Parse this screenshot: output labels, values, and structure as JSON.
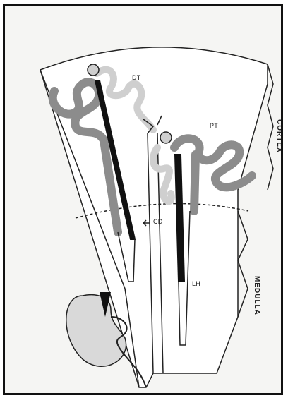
{
  "figure": {
    "labels": {
      "dt": "DT",
      "pt": "PT",
      "cd": "CD",
      "lh": "LH",
      "cortex": "CORTEX",
      "medulla": "MEDULLA"
    },
    "colors": {
      "paper": "#f5f5f3",
      "frame": "#111111",
      "tubule_gray": "#8c8c8c",
      "tubule_light": "#cfcfcf",
      "loop_black": "#111111",
      "kidney": "#d9d9d9",
      "line": "#222222"
    },
    "icons": [
      "kidney-icon",
      "arrow-icon"
    ]
  }
}
